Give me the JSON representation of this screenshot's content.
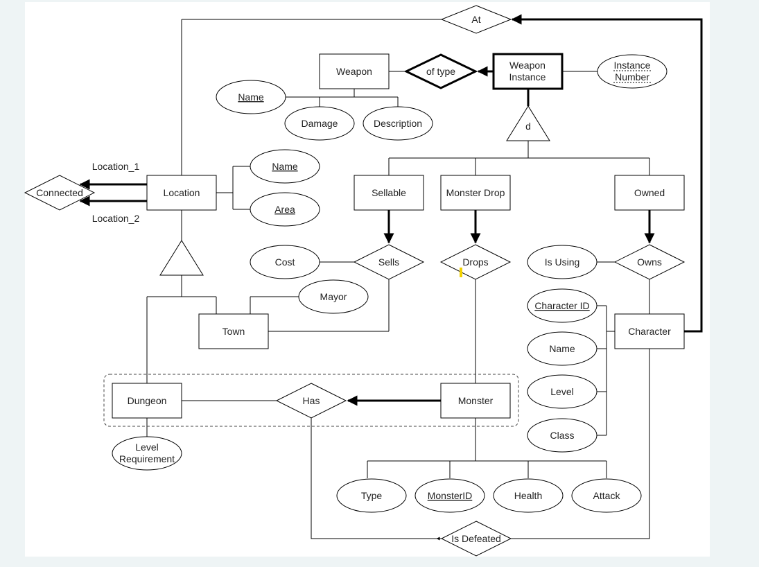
{
  "colors": {
    "background": "#eef4f5",
    "canvas": "#ffffff",
    "stroke": "#000000",
    "highlight": "#f2d200"
  },
  "entities": {
    "weapon": "Weapon",
    "weapon_instance": [
      "Weapon",
      "Instance"
    ],
    "location": "Location",
    "sellable": "Sellable",
    "monster_drop": "Monster Drop",
    "owned": "Owned",
    "town": "Town",
    "character": "Character",
    "dungeon": "Dungeon",
    "monster": "Monster"
  },
  "relationships": {
    "at": "At",
    "of_type": "of type",
    "connected": "Connected",
    "sells": "Sells",
    "drops": "Drops",
    "owns": "Owns",
    "has": "Has",
    "is_defeated": "Is Defeated"
  },
  "attributes": {
    "weapon_name": "Name",
    "damage": "Damage",
    "description": "Description",
    "instance_number": [
      "Instance",
      "Number"
    ],
    "location_name": "Name",
    "area": "Area",
    "cost": "Cost",
    "mayor": "Mayor",
    "is_using": "Is Using",
    "character_id": "Character ID",
    "character_name": "Name",
    "level": "Level",
    "class": "Class",
    "level_requirement": [
      "Level",
      "Requirement"
    ],
    "type": "Type",
    "monster_id": "MonsterID",
    "health": "Health",
    "attack": "Attack"
  },
  "specializations": {
    "disjoint": "d"
  },
  "role_labels": {
    "location_1": "Location_1",
    "location_2": "Location_2"
  }
}
